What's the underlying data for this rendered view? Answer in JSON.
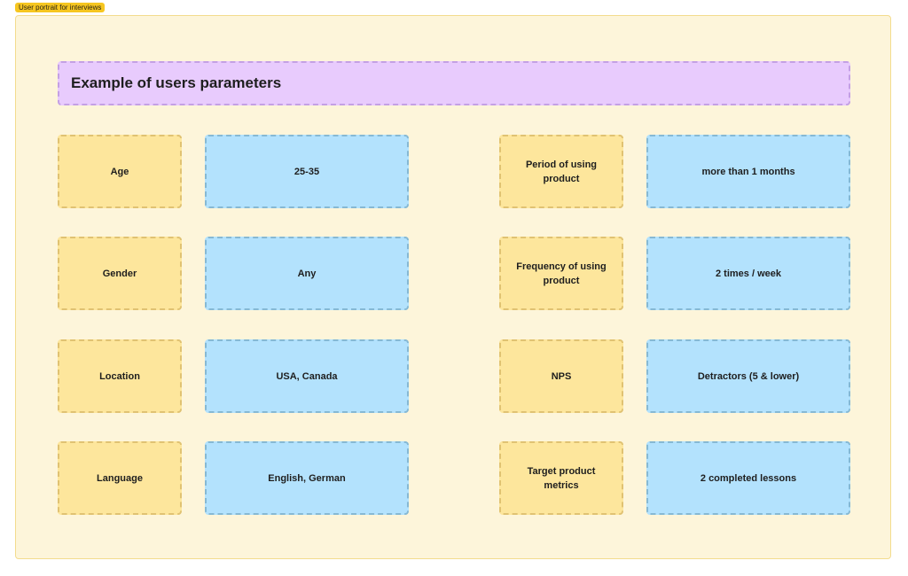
{
  "frame": {
    "label": "User portrait for interviews",
    "background": "#fdf5da"
  },
  "header": {
    "title": "Example of users parameters",
    "color": "#e8cbfd"
  },
  "parameters_left": [
    {
      "label": "Age",
      "value": "25-35"
    },
    {
      "label": "Gender",
      "value": "Any"
    },
    {
      "label": "Location",
      "value": "USA, Canada"
    },
    {
      "label": "Language",
      "value": "English, German"
    }
  ],
  "parameters_right": [
    {
      "label": "Period of using product",
      "value": "more than 1 months"
    },
    {
      "label": "Frequency of using product",
      "value": "2 times / week"
    },
    {
      "label": "NPS",
      "value": "Detractors (5 & lower)"
    },
    {
      "label": "Target product metrics",
      "value": "2 completed lessons"
    }
  ],
  "colors": {
    "label_card": "#fde69c",
    "value_card": "#b3e2fd"
  }
}
